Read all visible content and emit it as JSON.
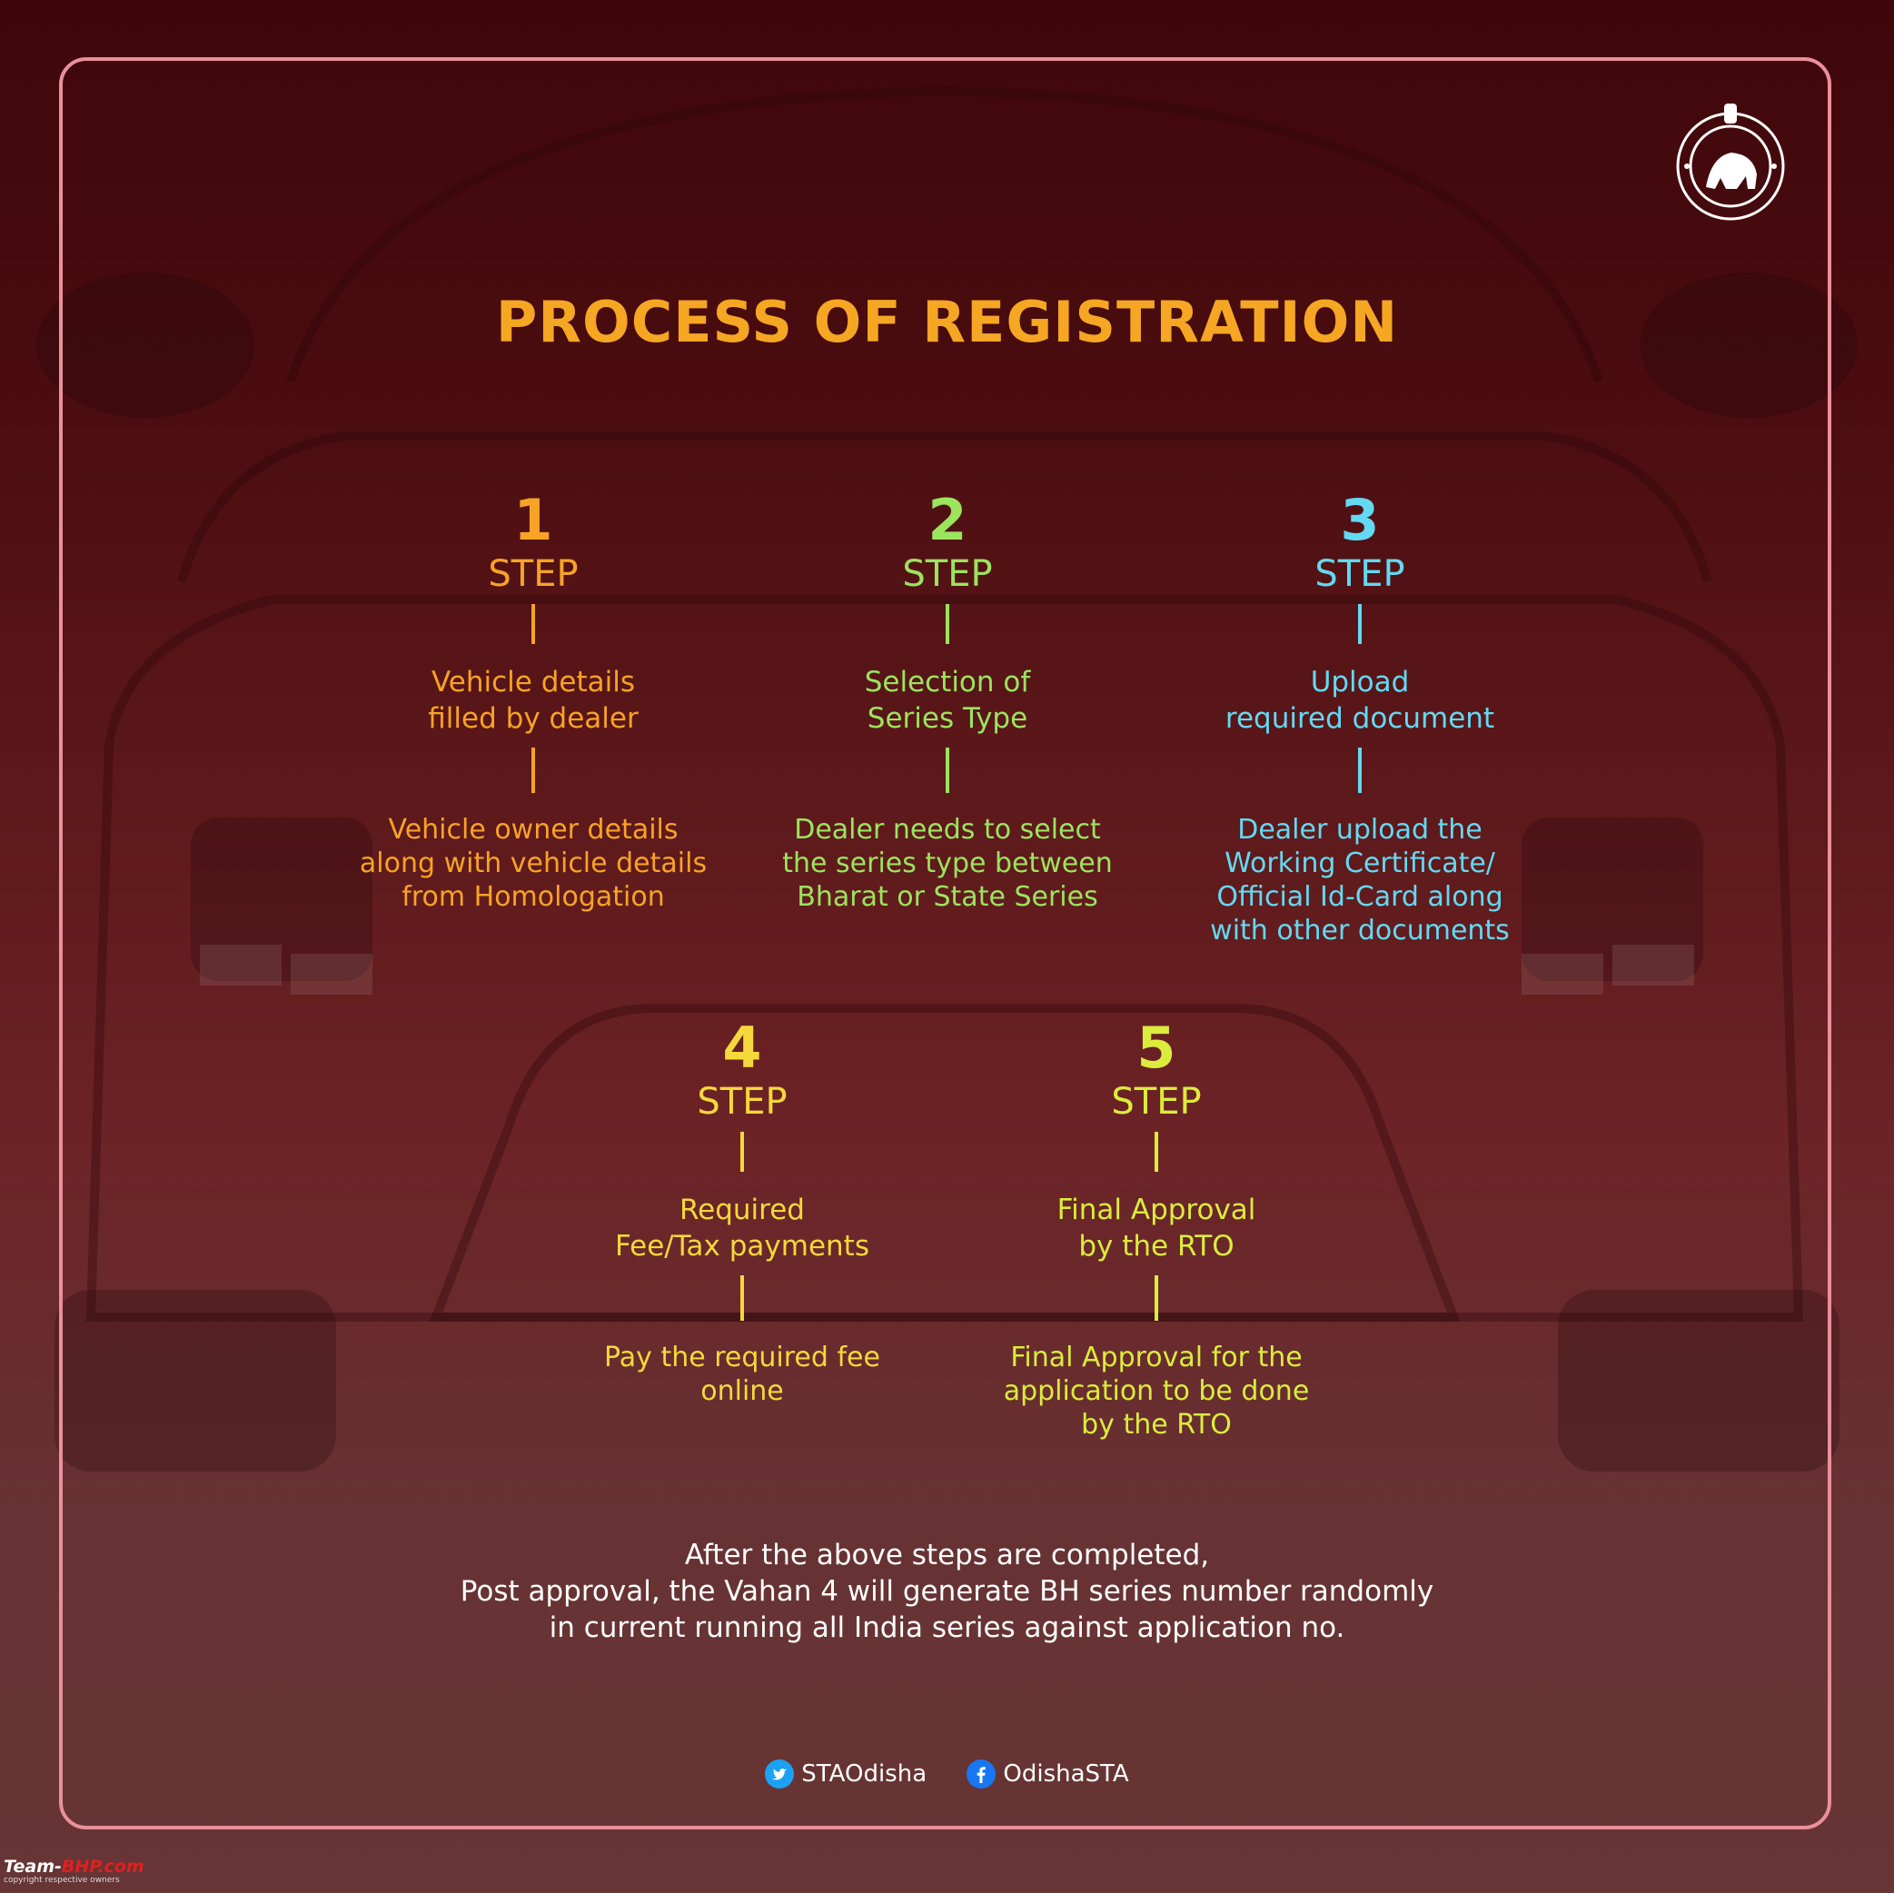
{
  "title": "PROCESS OF REGISTRATION",
  "step_word": "STEP",
  "steps": [
    {
      "number": "1",
      "heading_lines": [
        "Vehicle details",
        "filled by dealer"
      ],
      "desc_lines": [
        "Vehicle owner details",
        "along with vehicle details",
        "from Homologation"
      ],
      "color": "#f7a325"
    },
    {
      "number": "2",
      "heading_lines": [
        "Selection of",
        "Series Type"
      ],
      "desc_lines": [
        "Dealer needs to select",
        "the series type between",
        "Bharat or State Series"
      ],
      "color": "#9be45e"
    },
    {
      "number": "3",
      "heading_lines": [
        "Upload",
        "required document"
      ],
      "desc_lines": [
        "Dealer upload the",
        "Working Certificate/",
        "Official Id-Card along",
        "with other documents"
      ],
      "color": "#63d9f2"
    },
    {
      "number": "4",
      "heading_lines": [
        "Required",
        "Fee/Tax payments"
      ],
      "desc_lines": [
        "Pay the required fee",
        "online"
      ],
      "color": "#f5d83b"
    },
    {
      "number": "5",
      "heading_lines": [
        "Final Approval",
        "by the RTO"
      ],
      "desc_lines": [
        "Final Approval for the",
        "application to be done",
        "by the RTO"
      ],
      "color": "#dbec3c"
    }
  ],
  "footer_lines": [
    "After the above steps are completed,",
    "Post approval, the Vahan 4 will generate BH series number randomly",
    "in current running all India series against application no."
  ],
  "social": {
    "twitter_handle": "STAOdisha",
    "twitter_icon": "twitter-icon",
    "facebook_handle": "OdishaSTA",
    "facebook_icon": "facebook-icon"
  },
  "watermark": {
    "logo_part1": "Team-",
    "logo_part2": "BHP",
    "logo_part3": ".com",
    "subtext": "copyright respective owners"
  },
  "colors": {
    "title": "#f5a623",
    "frame_border": "#e9919a",
    "background_dark": "#3f070b",
    "background_light": "#673535"
  }
}
